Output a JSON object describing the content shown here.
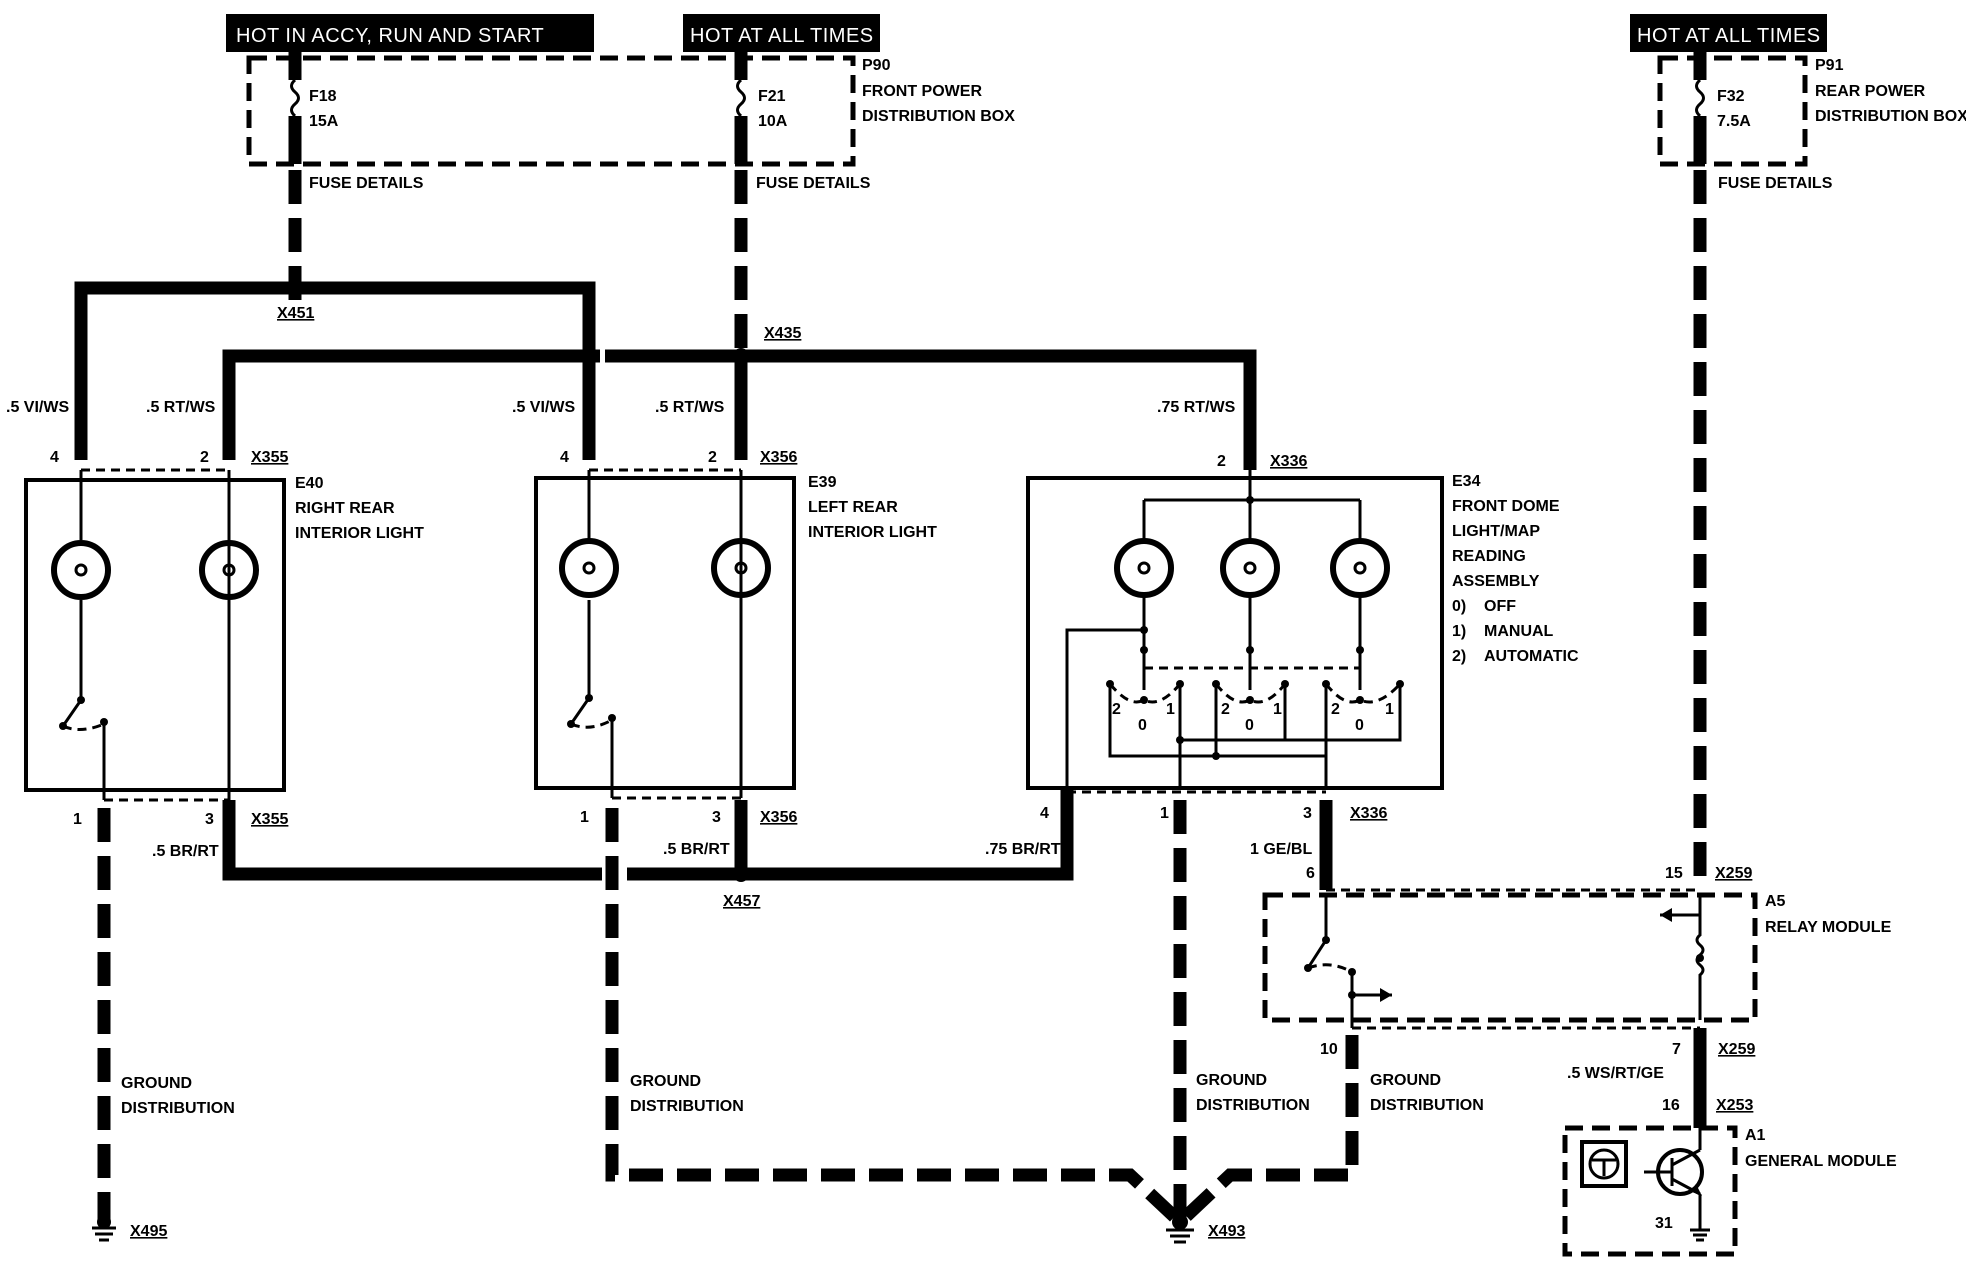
{
  "headers": {
    "accy": "HOT IN ACCY, RUN AND START",
    "hot1": "HOT AT ALL TIMES",
    "hot2": "HOT AT ALL TIMES"
  },
  "fuses": {
    "f18": {
      "id": "F18",
      "rating": "15A"
    },
    "f21": {
      "id": "F21",
      "rating": "10A"
    },
    "f32": {
      "id": "F32",
      "rating": "7.5A"
    }
  },
  "boxes": {
    "p90": {
      "id": "P90",
      "line1": "FRONT POWER",
      "line2": "DISTRIBUTION BOX"
    },
    "p91": {
      "id": "P91",
      "line1": "REAR POWER",
      "line2": "DISTRIBUTION BOX"
    }
  },
  "fuse_details": "FUSE DETAILS",
  "splices": {
    "x451": "X451",
    "x435": "X435",
    "x457": "X457"
  },
  "wire_colors": {
    "vi_ws": ".5 VI/WS",
    "rt_ws": ".5 RT/WS",
    "rt_ws75": ".75 RT/WS",
    "br_rt": ".5 BR/RT",
    "br_rt75": ".75 BR/RT",
    "ge_bl": "1 GE/BL",
    "ws_rt_ge": ".5 WS/RT/GE"
  },
  "connectors": {
    "x355": "X355",
    "x356": "X356",
    "x336": "X336",
    "x259": "X259",
    "x253": "X253",
    "x495": "X495",
    "x493": "X493"
  },
  "pins": {
    "p1": "1",
    "p2": "2",
    "p3": "3",
    "p4": "4",
    "p6": "6",
    "p7": "7",
    "p10": "10",
    "p15": "15",
    "p16": "16",
    "p31": "31",
    "p0": "0"
  },
  "components": {
    "e40": {
      "id": "E40",
      "line1": "RIGHT REAR",
      "line2": "INTERIOR LIGHT"
    },
    "e39": {
      "id": "E39",
      "line1": "LEFT REAR",
      "line2": "INTERIOR LIGHT"
    },
    "e34": {
      "id": "E34",
      "line1": "FRONT DOME",
      "line2": "LIGHT/MAP",
      "line3": "READING",
      "line4": "ASSEMBLY",
      "modes": [
        {
          "num": "0)",
          "label": "OFF"
        },
        {
          "num": "1)",
          "label": "MANUAL"
        },
        {
          "num": "2)",
          "label": "AUTOMATIC"
        }
      ]
    },
    "a5": {
      "id": "A5",
      "line1": "RELAY MODULE"
    },
    "a1": {
      "id": "A1",
      "line1": "GENERAL MODULE"
    }
  },
  "ground": {
    "line1": "GROUND",
    "line2": "DISTRIBUTION"
  }
}
